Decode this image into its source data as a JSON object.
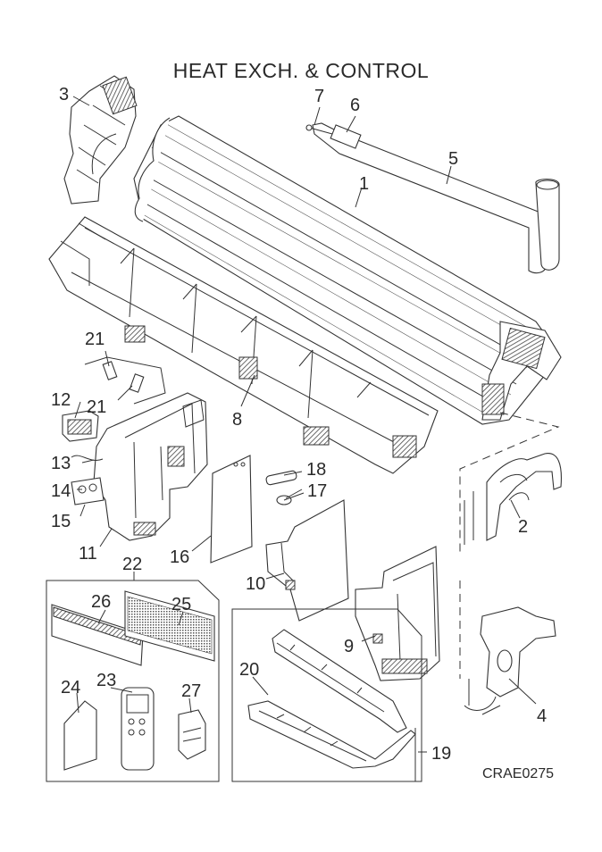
{
  "diagram": {
    "title": "HEAT EXCH. & CONTROL",
    "code": "CRAE0275",
    "labels": {
      "p1": "1",
      "p2": "2",
      "p3": "3",
      "p4": "4",
      "p5": "5",
      "p6": "6",
      "p7": "7",
      "p8": "8",
      "p9": "9",
      "p10": "10",
      "p11": "11",
      "p12": "12",
      "p13": "13",
      "p14": "14",
      "p15": "15",
      "p16": "16",
      "p17": "17",
      "p18": "18",
      "p19": "19",
      "p20": "20",
      "p21a": "21",
      "p21b": "21",
      "p22": "22",
      "p23": "23",
      "p24": "24",
      "p25": "25",
      "p26": "26",
      "p27": "27"
    }
  }
}
